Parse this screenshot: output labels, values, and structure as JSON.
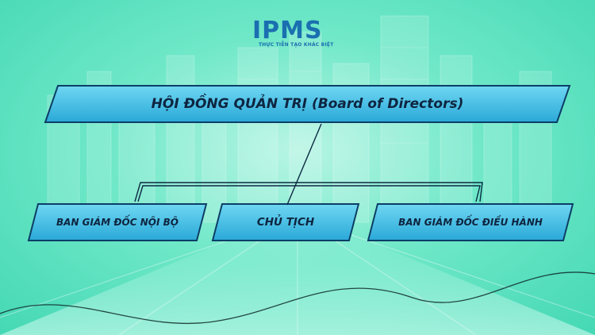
{
  "logo": {
    "brand": "IPMS",
    "tagline": "THỰC TIỄN TẠO KHÁC BIỆT"
  },
  "org_chart": {
    "top": {
      "label": "HỘI ĐỒNG QUẢN TRỊ (Board of Directors)"
    },
    "children": [
      {
        "label": "BAN GIÁM ĐỐC NỘI BỘ"
      },
      {
        "label": "CHỦ TỊCH"
      },
      {
        "label": "BAN GIÁM ĐỐC ĐIỀU HÀNH"
      }
    ]
  },
  "colors": {
    "box_fill": "#4cc6e8",
    "box_fill_dark": "#1f9fcf",
    "box_border": "#0c3e66",
    "connector": "#0c2a44",
    "logo": "#1a6fb0"
  }
}
